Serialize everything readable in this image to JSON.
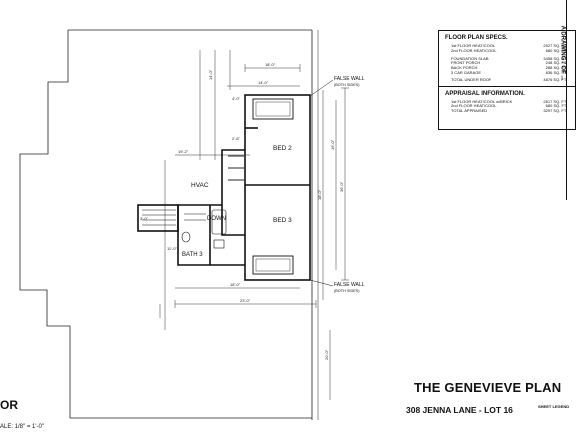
{
  "rooms": {
    "bed2": "BED 2",
    "bed3": "BED 3",
    "hvac": "HVAC",
    "down": "DOWN",
    "bath3": "BATH 3"
  },
  "false_wall_top": {
    "line1": "FALSE WALL",
    "line2": "(BOTH SIDES)"
  },
  "false_wall_bottom": {
    "line1": "FALSE WALL",
    "line2": "(BOTH SIDES)"
  },
  "dimensions": {
    "top_a": "18'-0\"",
    "top_b": "14'-0\"",
    "left_a": "19'-2\"",
    "left_b": "14'-0\"",
    "right_a": "36'-0\"",
    "right_b": "16'-0\"",
    "bottom_a": "23'-0\"",
    "bottom_b": "18'-0\"",
    "inner_a": "4'-0\"",
    "inner_b": "2'-6\"",
    "inner_c": "3'-0\"",
    "inner_d": "11'-0\"",
    "side_a": "18'-0\"",
    "side_b": "20'-0\""
  },
  "floor_plan_specs": {
    "heading": "FLOOR PLAN SPECS.",
    "rows": [
      {
        "label": "1st FLOOR HEAT/COOL",
        "value": "2527 SQ. FT."
      },
      {
        "label": "2nd FLOOR HEAT/COOL",
        "value": "680 SQ. FT."
      },
      {
        "label": "FOUNDATION SLAB",
        "value": "3458 SQ. FT."
      },
      {
        "label": "FRONT PORCH",
        "value": "248 SQ. FT."
      },
      {
        "label": "BACK PORCH",
        "value": "288 SQ. FT."
      },
      {
        "label": "3 CAR GARAGE",
        "value": "836 SQ. FT."
      },
      {
        "label": "TOTAL UNDER ROOF",
        "value": "4876 SQ. FT."
      }
    ]
  },
  "appraisal_information": {
    "heading": "APPRAISAL INFORMATION.",
    "rows": [
      {
        "label": "1st FLOOR HEAT/COOL w/BRICK",
        "value": "2617 SQ. FT."
      },
      {
        "label": "2nd FLOOR HEAT/COOL",
        "value": "680 SQ. FT."
      },
      {
        "label": "TOTAL APPRAISED",
        "value": "3297 SQ. FT."
      }
    ]
  },
  "side_tab": "A  DRAWING / OF ...",
  "title_block": {
    "plan_name": "THE GENEVIEVE PLAN",
    "lot": "308 JENNA LANE - LOT 16",
    "sheet": "SHEET LEGEND"
  },
  "left_title": "OR",
  "scale": "ALE:  1/8\" = 1'-0\""
}
